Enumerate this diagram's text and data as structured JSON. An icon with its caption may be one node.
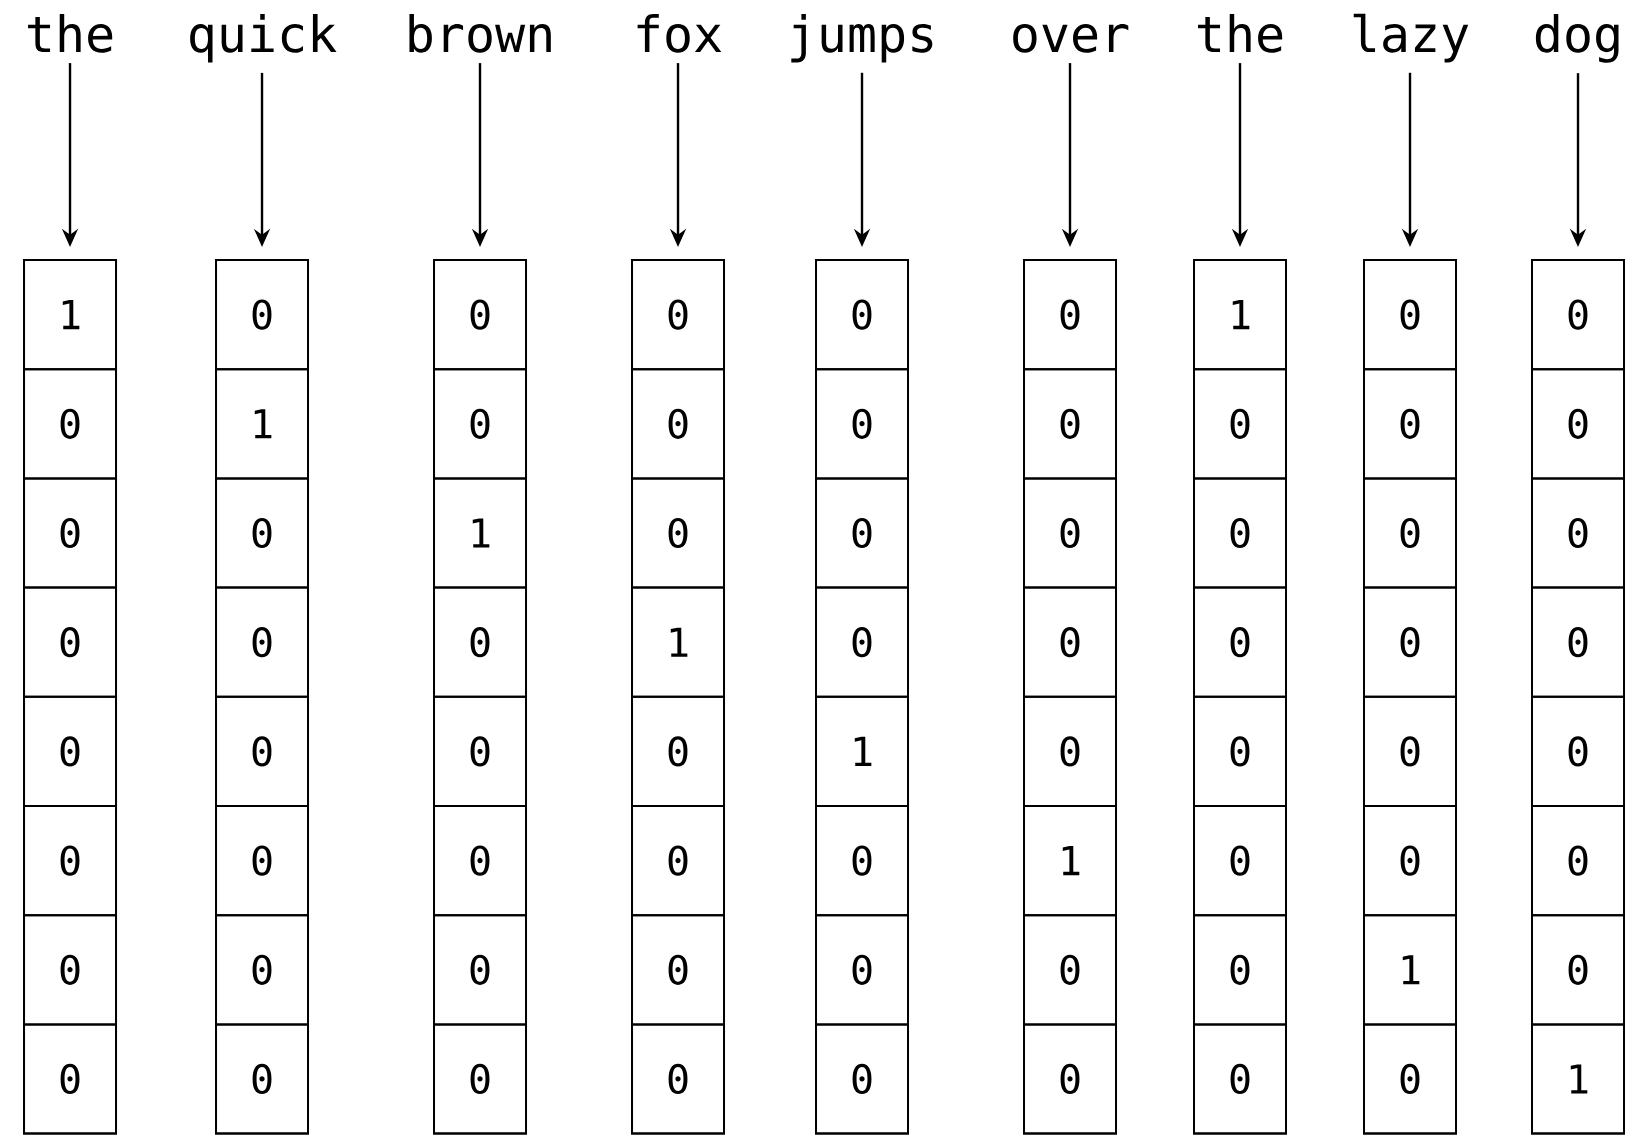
{
  "diagram": {
    "nodes": [
      {
        "text": [
          "the"
        ]
      },
      {
        "text": [
          "quick"
        ]
      },
      {
        "text": [
          "brown"
        ]
      },
      {
        "text": [
          "fox"
        ]
      },
      {
        "text": [
          "jumps"
        ]
      },
      {
        "text": [
          "over"
        ]
      },
      {
        "text": [
          "the"
        ]
      },
      {
        "text": [
          "lazy"
        ]
      },
      {
        "text": [
          "dog"
        ]
      },
      {
        "text": [],
        "shape": "box"
      },
      {
        "text": [
          "1"
        ],
        "in": 9
      },
      {
        "text": [
          "0"
        ],
        "in": 9
      },
      {
        "text": [
          "0"
        ],
        "in": 9
      },
      {
        "text": [
          "0"
        ],
        "in": 9
      },
      {
        "text": [
          "0"
        ],
        "in": 9
      },
      {
        "text": [
          "0"
        ],
        "in": 9
      },
      {
        "text": [
          "0"
        ],
        "in": 9
      },
      {
        "text": [
          "0"
        ],
        "in": 9
      },
      {
        "text": [],
        "shape": "box"
      },
      {
        "text": [
          "0"
        ],
        "in": 18
      },
      {
        "text": [
          "1"
        ],
        "in": 18
      },
      {
        "text": [
          "0"
        ],
        "in": 18
      },
      {
        "text": [
          "0"
        ],
        "in": 18
      },
      {
        "text": [
          "0"
        ],
        "in": 18
      },
      {
        "text": [
          "0"
        ],
        "in": 18
      },
      {
        "text": [
          "0"
        ],
        "in": 18
      },
      {
        "text": [
          "0"
        ],
        "in": 18
      },
      {
        "text": [],
        "shape": "box"
      },
      {
        "text": [
          "0"
        ],
        "in": 27
      },
      {
        "text": [
          "0"
        ],
        "in": 27
      },
      {
        "text": [
          "1"
        ],
        "in": 27
      },
      {
        "text": [
          "0"
        ],
        "in": 27
      },
      {
        "text": [
          "0"
        ],
        "in": 27
      },
      {
        "text": [
          "0"
        ],
        "in": 27
      },
      {
        "text": [
          "0"
        ],
        "in": 27
      },
      {
        "text": [
          "0"
        ],
        "in": 27
      },
      {
        "text": [],
        "shape": "box"
      },
      {
        "text": [
          "0"
        ],
        "in": 36
      },
      {
        "text": [
          "0"
        ],
        "in": 36
      },
      {
        "text": [
          "0"
        ],
        "in": 36
      },
      {
        "text": [
          "1"
        ],
        "in": 36
      },
      {
        "text": [
          "0"
        ],
        "in": 36
      },
      {
        "text": [
          "0"
        ],
        "in": 36
      },
      {
        "text": [
          "0"
        ],
        "in": 36
      },
      {
        "text": [
          "0"
        ],
        "in": 36
      },
      {
        "text": [],
        "shape": "box"
      },
      {
        "text": [
          "0"
        ],
        "in": 45
      },
      {
        "text": [
          "0"
        ],
        "in": 45
      },
      {
        "text": [
          "0"
        ],
        "in": 45
      },
      {
        "text": [
          "0"
        ],
        "in": 45
      },
      {
        "text": [
          "1"
        ],
        "in": 45
      },
      {
        "text": [
          "0"
        ],
        "in": 45
      },
      {
        "text": [
          "0"
        ],
        "in": 45
      },
      {
        "text": [
          "0"
        ],
        "in": 45
      },
      {
        "text": [],
        "shape": "box"
      },
      {
        "text": [
          "0"
        ],
        "in": 54
      },
      {
        "text": [
          "0"
        ],
        "in": 54
      },
      {
        "text": [
          "0"
        ],
        "in": 54
      },
      {
        "text": [
          "0"
        ],
        "in": 54
      },
      {
        "text": [
          "0"
        ],
        "in": 54
      },
      {
        "text": [
          "1"
        ],
        "in": 54
      },
      {
        "text": [
          "0"
        ],
        "in": 54
      },
      {
        "text": [
          "0"
        ],
        "in": 54
      },
      {
        "text": [],
        "shape": "box"
      },
      {
        "text": [
          "1"
        ],
        "in": 63
      },
      {
        "text": [
          "0"
        ],
        "in": 63
      },
      {
        "text": [
          "0"
        ],
        "in": 63
      },
      {
        "text": [
          "0"
        ],
        "in": 63
      },
      {
        "text": [
          "0"
        ],
        "in": 63
      },
      {
        "text": [
          "0"
        ],
        "in": 63
      },
      {
        "text": [
          "0"
        ],
        "in": 63
      },
      {
        "text": [
          "0"
        ],
        "in": 63
      },
      {
        "text": [],
        "shape": "box"
      },
      {
        "text": [
          "0"
        ],
        "in": 72
      },
      {
        "text": [
          "0"
        ],
        "in": 72
      },
      {
        "text": [
          "0"
        ],
        "in": 72
      },
      {
        "text": [
          "0"
        ],
        "in": 72
      },
      {
        "text": [
          "0"
        ],
        "in": 72
      },
      {
        "text": [
          "0"
        ],
        "in": 72
      },
      {
        "text": [
          "1"
        ],
        "in": 72
      },
      {
        "text": [
          "0"
        ],
        "in": 72
      },
      {
        "text": [],
        "shape": "box"
      },
      {
        "text": [
          "0"
        ],
        "in": 81
      },
      {
        "text": [
          "0"
        ],
        "in": 81
      },
      {
        "text": [
          "0"
        ],
        "in": 81
      },
      {
        "text": [
          "0"
        ],
        "in": 81
      },
      {
        "text": [
          "0"
        ],
        "in": 81
      },
      {
        "text": [
          "0"
        ],
        "in": 81
      },
      {
        "text": [
          "0"
        ],
        "in": 81
      },
      {
        "text": [
          "1"
        ],
        "in": 81
      }
    ],
    "edges": [
      {
        "from": 0,
        "to": 9,
        "arrow": "to"
      },
      {
        "from": 1,
        "to": 18,
        "arrow": "to"
      },
      {
        "from": 2,
        "to": 27,
        "arrow": "to"
      },
      {
        "from": 3,
        "to": 36,
        "arrow": "to"
      },
      {
        "from": 4,
        "to": 45,
        "arrow": "to"
      },
      {
        "from": 5,
        "to": 54,
        "arrow": "to"
      },
      {
        "from": 6,
        "to": 63,
        "arrow": "to"
      },
      {
        "from": 7,
        "to": 72,
        "arrow": "to"
      },
      {
        "from": 8,
        "to": 81,
        "arrow": "to"
      }
    ]
  }
}
